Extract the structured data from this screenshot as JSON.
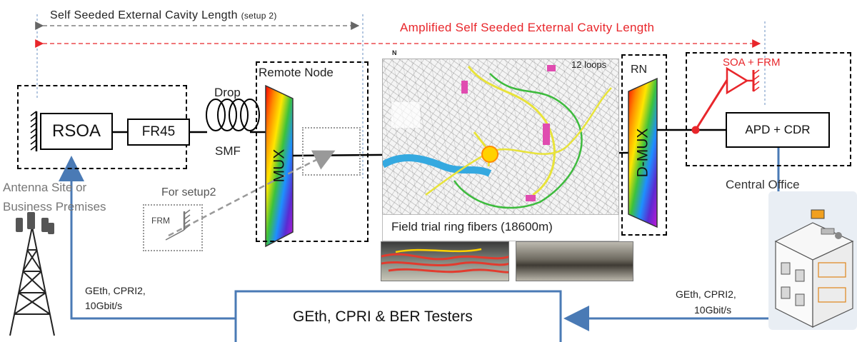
{
  "title_top": "Self Seeded External Cavity Length",
  "title_top_setup": "(setup 2)",
  "title_amplified": "Amplified Self Seeded External Cavity Length",
  "antenna_site": {
    "rsoa": "RSOA",
    "fr45": "FR45",
    "label_line1": "Antenna Site  or",
    "label_line2": "Business Premises"
  },
  "drop": {
    "top": "Drop",
    "bottom": "SMF"
  },
  "setup2": {
    "label": "For setup2",
    "frm": "FRM"
  },
  "remote_node": {
    "label": "Remote Node",
    "mux": "MUX"
  },
  "map": {
    "loops": "12 loops",
    "caption": "Field trial ring fibers (18600m)",
    "compass": "N"
  },
  "rn": {
    "label": "RN",
    "dmux": "D-MUX"
  },
  "central_office": {
    "soa_frm": "SOA + FRM",
    "apd_cdr": "APD + CDR",
    "label": "Central Office"
  },
  "testers": {
    "label": "GEth, CPRI & BER Testers",
    "left_note_1": "GEth, CPRI2,",
    "left_note_2": "10Gbit/s",
    "right_note_1": "GEth, CPRI2,",
    "right_note_2": "10Gbit/s"
  },
  "colors": {
    "amplified": "#e8262b",
    "feedback": "#4a7ab5",
    "setup2_dash": "#999999",
    "dim_gray": "#666666"
  }
}
